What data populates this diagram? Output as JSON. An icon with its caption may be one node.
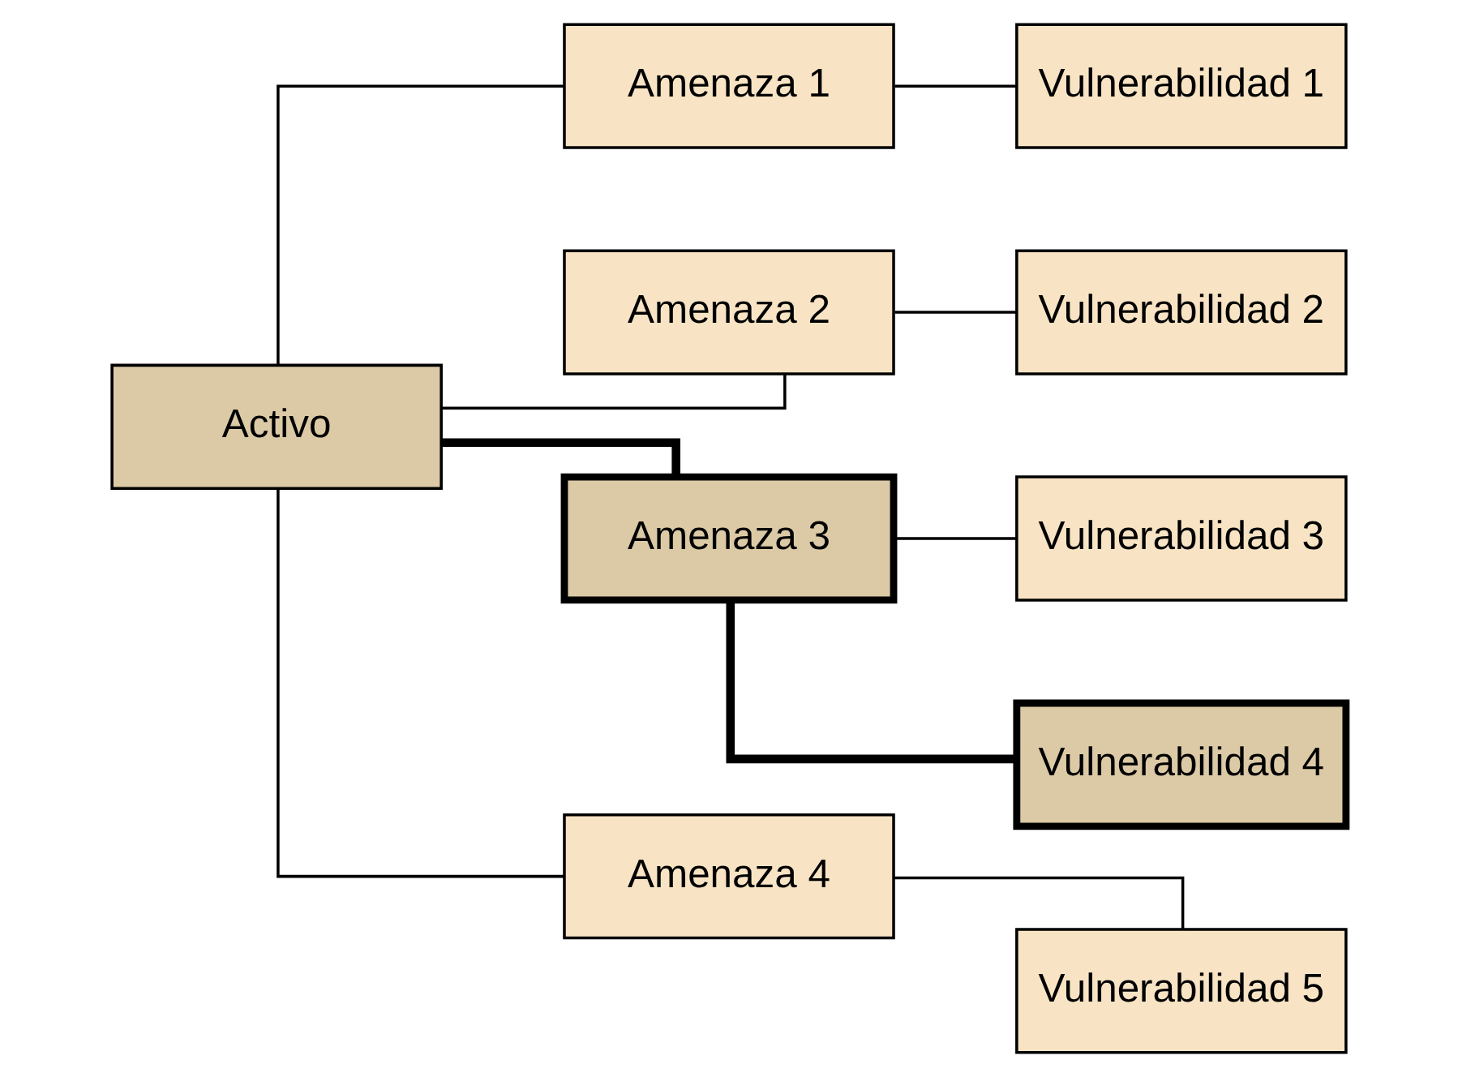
{
  "diagram": {
    "nodes": [
      {
        "text": [
          "Activo"
        ]
      },
      {
        "text": [
          "Amenaza 1"
        ]
      },
      {
        "text": [
          "Vulnerabilidad 1"
        ]
      },
      {
        "text": [
          "Amenaza 2"
        ]
      },
      {
        "text": [
          "Vulnerabilidad 2"
        ]
      },
      {
        "text": [
          "Amenaza 3"
        ]
      },
      {
        "text": [
          "Vulnerabilidad 3"
        ]
      },
      {
        "text": [
          "Vulnerabilidad 4"
        ]
      },
      {
        "text": [
          "Amenaza 4"
        ]
      },
      {
        "text": [
          "Vulnerabilidad 5"
        ]
      }
    ],
    "edges": [
      {
        "from": 0,
        "to": 1,
        "arrow": "none"
      },
      {
        "from": 0,
        "to": 3,
        "arrow": "none"
      },
      {
        "from": 0,
        "to": 5,
        "arrow": "none",
        "style": "thick"
      },
      {
        "from": 0,
        "to": 8,
        "arrow": "none"
      },
      {
        "from": 1,
        "to": 2,
        "arrow": "none"
      },
      {
        "from": 3,
        "to": 4,
        "arrow": "none"
      },
      {
        "from": 5,
        "to": 6,
        "arrow": "none"
      },
      {
        "from": 5,
        "to": 7,
        "arrow": "none",
        "style": "thick"
      },
      {
        "from": 8,
        "to": 9,
        "arrow": "none"
      }
    ]
  }
}
